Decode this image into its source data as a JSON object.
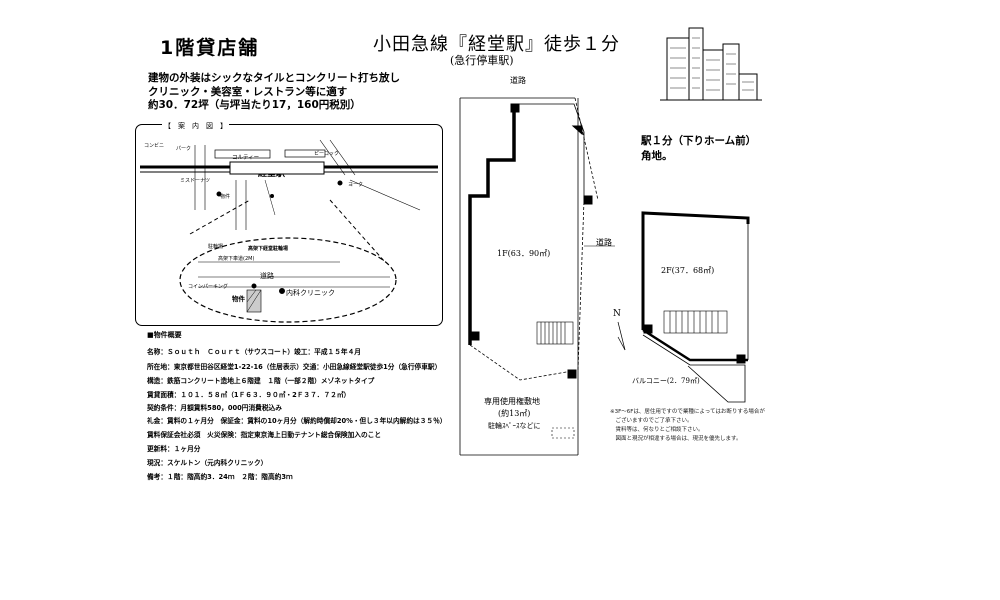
{
  "header": {
    "title": "1階貸店舗",
    "station": "小田急線『経堂駅』徒歩１分",
    "express": "(急行停車駅)"
  },
  "highlights": [
    "建物の外装はシックなタイルとコンクリート打ち放し",
    "クリニック・美容室・レストラン等に適す",
    "約30．72坪（与坪当たり17，160円税別）"
  ],
  "map": {
    "legend": "【　案　内　図　】",
    "corty": "コルティー",
    "station": "経堂駅",
    "market": "ヨーク",
    "property_mark": "物件",
    "clinic": "内科クリニック",
    "road": "道路",
    "parking": "コインパーキング",
    "bicycle": "駐輪場",
    "bicycle_lot": "高架下経堂駐輪場",
    "underpass": "高架下車道(2M)",
    "small_labels": [
      "コンビニ",
      "パーク",
      "ピーコック",
      "物件",
      "ミスドーナツ"
    ]
  },
  "floorplan": {
    "road_top": "道路",
    "road_right": "道路",
    "floor1": "1F(63．90㎡)",
    "floor2": "2F(37．68㎡)",
    "balcony": "バルコニー(2．79㎡)",
    "private_land": "専用使用権敷地",
    "private_area": "(約13㎡)",
    "private_use": "駐輪ｽﾍﾟｰｽなどに",
    "north": "N"
  },
  "side_notes": {
    "walk": "駅１分（下りホーム前）",
    "corner": "角地。",
    "disclaimer": [
      "※3F～6Fは、居住用ですので業種によってはお断りする場合が",
      "　ございますのでご了承下さい。",
      "　賃料等は、何なりとご相談下さい。",
      "　図面と現況が相違する場合は、現況を優先します。"
    ]
  },
  "specs": {
    "heading": "■物件概要",
    "rows": [
      "名称：Ｓｏｕｔｈ　Ｃｏｕｒｔ（サウスコート）竣工：平成１５年４月",
      "所在地：東京都世田谷区経堂1-22-16（住居表示）交通：小田急線経堂駅徒歩1分（急行停車駅）",
      "構造：鉄筋コンクリート造地上６階建　１階（一部２階）メゾネットタイプ",
      "賃貸面積：１０１．５８㎡（1Ｆ６３．９０㎡・2Ｆ３７．７２㎡）",
      "契約条件：月額賃料580，000円消費税込み",
      "礼金：賃料の１ヶ月分　保証金：賃料の10ヶ月分（解約時償却20%・但し３年以内解約は３５％）",
      "賃料保証会社必須　火災保険：指定東京海上日動テナント総合保険加入のこと",
      "更新料：１ヶ月分",
      "現況：スケルトン（元内科クリニック）",
      "備考：１階：階高約3．24ｍ　２階：階高約3ｍ"
    ]
  }
}
